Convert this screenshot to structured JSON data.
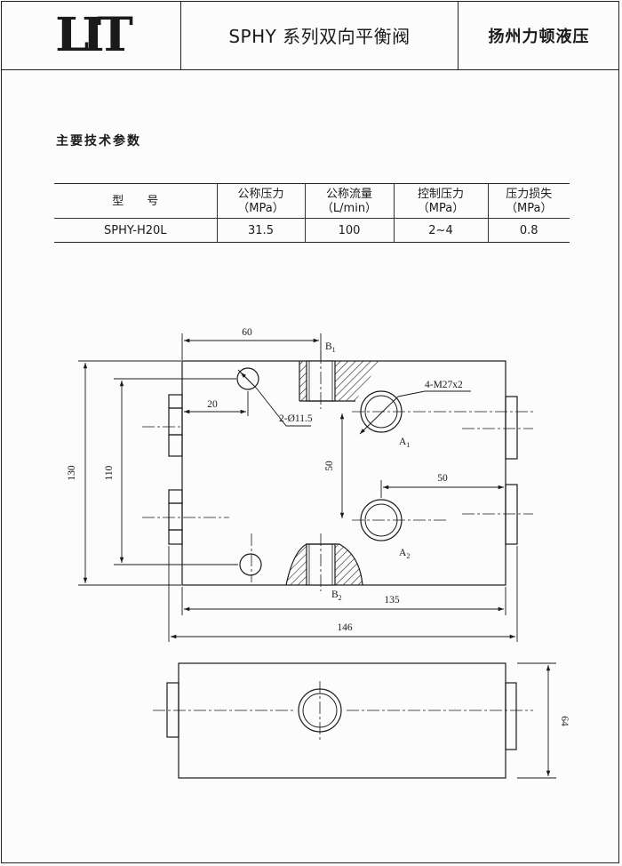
{
  "header": {
    "logo": "LIT",
    "title": "SPHY 系列双向平衡阀",
    "company": "扬州力顿液压"
  },
  "section_title": "主要技术参数",
  "table": {
    "columns": [
      {
        "line1": "型　　号",
        "line2": ""
      },
      {
        "line1": "公称压力",
        "line2": "（MPa）"
      },
      {
        "line1": "公称流量",
        "line2": "（L/min）"
      },
      {
        "line1": "控制压力",
        "line2": "（MPa）"
      },
      {
        "line1": "压力损失",
        "line2": "（MPa）"
      }
    ],
    "row": [
      "SPHY-H20L",
      "31.5",
      "100",
      "2~4",
      "0.8"
    ]
  },
  "drawing": {
    "dimensions": {
      "d60": "60",
      "d20": "20",
      "d130": "130",
      "d110": "110",
      "d50_vertical": "50",
      "d50_horizontal": "50",
      "d135": "135",
      "d146": "146",
      "d64": "64"
    },
    "callouts": {
      "holes": "2-Ø11.5",
      "threads": "4-M27x2"
    },
    "ports": {
      "b1": "B",
      "b1_sub": "1",
      "b2": "B",
      "b2_sub": "2",
      "a1": "A",
      "a1_sub": "1",
      "a2": "A",
      "a2_sub": "2"
    }
  }
}
